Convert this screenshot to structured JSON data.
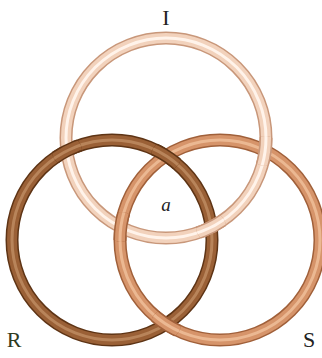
{
  "diagram": {
    "labels": [
      "I",
      "R",
      "S",
      "a"
    ]
  }
}
